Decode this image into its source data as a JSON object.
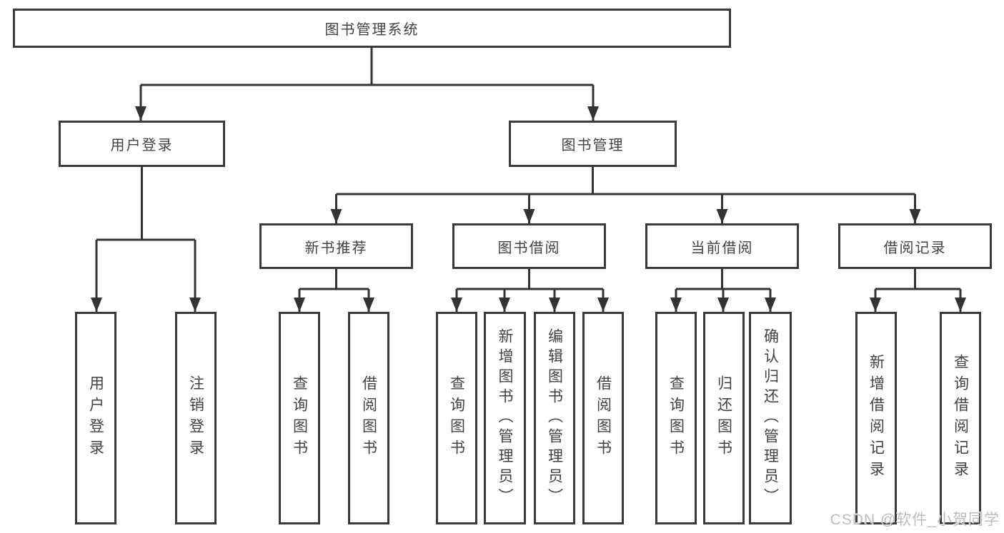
{
  "root": {
    "label": "图书管理系统"
  },
  "login": {
    "label": "用户登录",
    "children": [
      {
        "label": "用户登录"
      },
      {
        "label": "注销登录"
      }
    ]
  },
  "management": {
    "label": "图书管理",
    "sections": [
      {
        "label": "新书推荐",
        "children": [
          {
            "label": "查询图书"
          },
          {
            "label": "借阅图书"
          }
        ]
      },
      {
        "label": "图书借阅",
        "children": [
          {
            "label": "查询图书"
          },
          {
            "label": "新增图书（管理员）"
          },
          {
            "label": "编辑图书（管理员）"
          },
          {
            "label": "借阅图书"
          }
        ]
      },
      {
        "label": "当前借阅",
        "children": [
          {
            "label": "查询图书"
          },
          {
            "label": "归还图书"
          },
          {
            "label": "确认归还（管理员）"
          }
        ]
      },
      {
        "label": "借阅记录",
        "children": [
          {
            "label": "新增借阅记录"
          },
          {
            "label": "查询借阅记录"
          }
        ]
      }
    ]
  },
  "watermark": "CSDN @软件_小贺同学",
  "colors": {
    "line": "#363636",
    "border": "#3a3a3a",
    "text": "#424242",
    "watermark": "#bcbcbc"
  }
}
